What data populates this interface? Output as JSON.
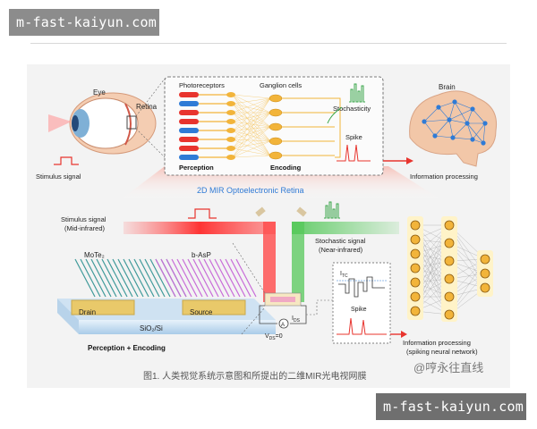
{
  "watermark_top": "m-fast-kaiyun.com",
  "watermark_bottom": "m-fast-kaiyun.com",
  "figure": {
    "eye_label": "Eye",
    "retina_label": "Retina",
    "stimulus_signal": "Stimulus signal",
    "photoreceptors": "Photoreceptors",
    "ganglion_cells": "Ganglion cells",
    "stochasticity": "Stochasticity",
    "spike": "Spike",
    "perception": "Perception",
    "encoding": "Encoding",
    "brain": "Brain",
    "information_processing": "Information processing",
    "retina_2d": "2D MIR Optoelectronic Retina",
    "stimulus_mid_ir_line1": "Stimulus signal",
    "stimulus_mid_ir_line2": "(Mid-infrared)",
    "stochastic_line1": "Stochastic signal",
    "stochastic_line2": "(Near-infrared)",
    "mote2": "MoTe₂",
    "bp": "b-AsP",
    "drain": "Drain",
    "source": "Source",
    "substrate": "SiO₂/Si",
    "perception_encoding": "Perception + Encoding",
    "vds": "V",
    "vds_sub": "DS",
    "vds_eq": "=0",
    "ids": "I",
    "ids_sub": "DS",
    "itc": "I",
    "itc_sub": "TC",
    "spike2": "Spike",
    "ammeter": "A",
    "ellipsis": "⋮",
    "info_proc_line1": "Information processing",
    "info_proc_line2": "(spiking neural network)"
  },
  "caption": "图1. 人类视觉系统示意图和所提出的二维MIR光电视网膜",
  "weibo_mark": "@哼永往直线",
  "colors": {
    "accent_red": "#e8342e",
    "accent_green": "#3aa64a",
    "accent_blue": "#2f7bd6",
    "ganglion_yellow": "#f2b43a",
    "neuron_orange": "#e08a1e",
    "brain_peach": "#f2c7a8"
  }
}
